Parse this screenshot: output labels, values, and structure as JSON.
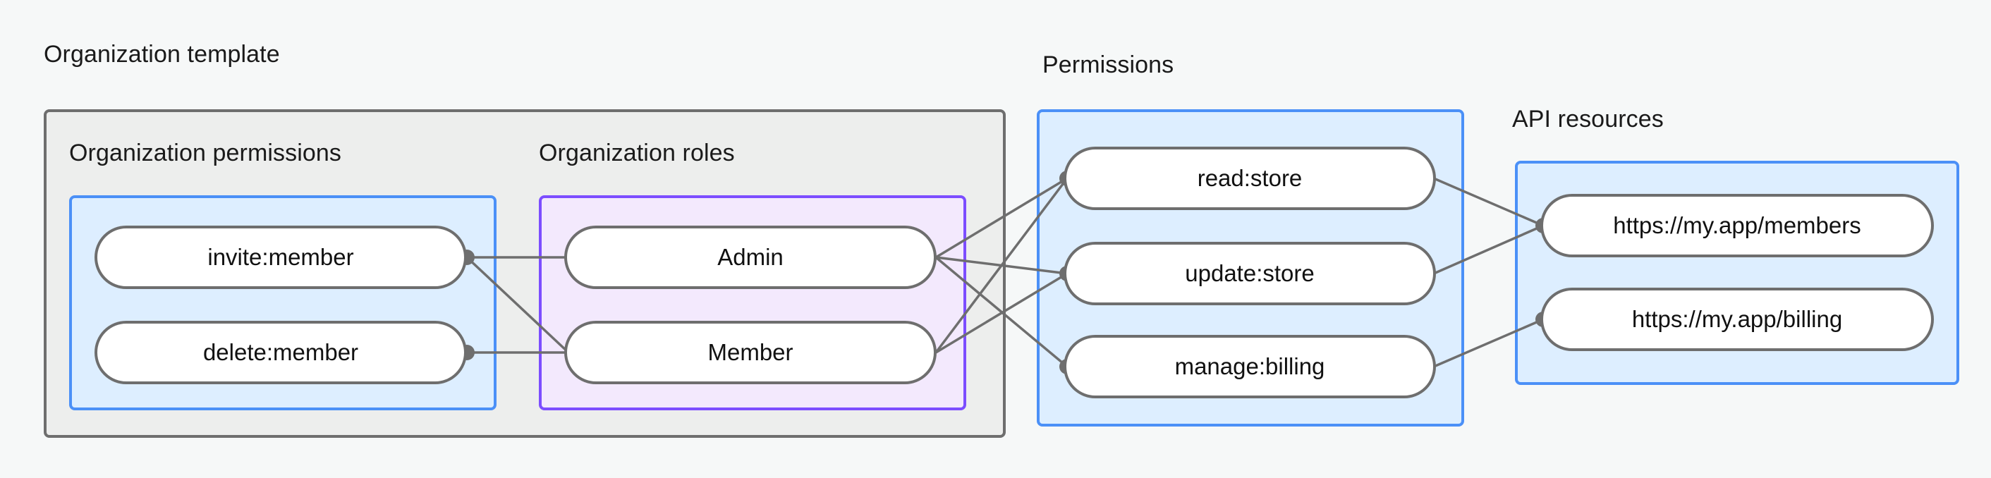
{
  "diagram": {
    "title_left": "Organization template",
    "groups": [
      {
        "id": "organization-template",
        "label": "Organization template",
        "subgroups": [
          {
            "id": "organization-permissions",
            "label": "Organization permissions",
            "accent": "#4b90f7"
          },
          {
            "id": "organization-roles",
            "label": "Organization roles",
            "accent": "#7c4dff"
          }
        ]
      },
      {
        "id": "permissions",
        "label": "Permissions",
        "accent": "#4b90f7"
      },
      {
        "id": "api-resources",
        "label": "API resources",
        "accent": "#4b90f7"
      }
    ],
    "nodes": {
      "organization_permissions": [
        {
          "id": "invite-member",
          "label": "invite:member"
        },
        {
          "id": "delete-member",
          "label": "delete:member"
        }
      ],
      "organization_roles": [
        {
          "id": "admin",
          "label": "Admin"
        },
        {
          "id": "member",
          "label": "Member"
        }
      ],
      "permissions": [
        {
          "id": "read-store",
          "label": "read:store"
        },
        {
          "id": "update-store",
          "label": "update:store"
        },
        {
          "id": "manage-billing",
          "label": "manage:billing"
        }
      ],
      "api_resources": [
        {
          "id": "my-app-members",
          "label": "https://my.app/members"
        },
        {
          "id": "my-app-billing",
          "label": "https://my.app/billing"
        }
      ]
    },
    "edges": [
      {
        "from": "invite-member",
        "to": "admin"
      },
      {
        "from": "invite-member",
        "to": "member"
      },
      {
        "from": "delete-member",
        "to": "member"
      },
      {
        "from": "admin",
        "to": "read-store"
      },
      {
        "from": "admin",
        "to": "update-store"
      },
      {
        "from": "admin",
        "to": "manage-billing"
      },
      {
        "from": "member",
        "to": "read-store"
      },
      {
        "from": "member",
        "to": "update-store"
      },
      {
        "from": "read-store",
        "to": "my-app-members"
      },
      {
        "from": "update-store",
        "to": "my-app-members"
      },
      {
        "from": "manage-billing",
        "to": "my-app-billing"
      }
    ],
    "colors": {
      "canvas_background": "#f6f8f8",
      "template_fill": "#edeeed",
      "template_border": "#6e6e6e",
      "blue_fill": "#ddeeff",
      "blue_border": "#4b90f7",
      "purple_fill": "#f3e9fd",
      "purple_border": "#7c4dff",
      "node_fill": "#ffffff",
      "node_border": "#6e6e6e",
      "edge_stroke": "#6e6e6e",
      "text": "#111111"
    }
  }
}
